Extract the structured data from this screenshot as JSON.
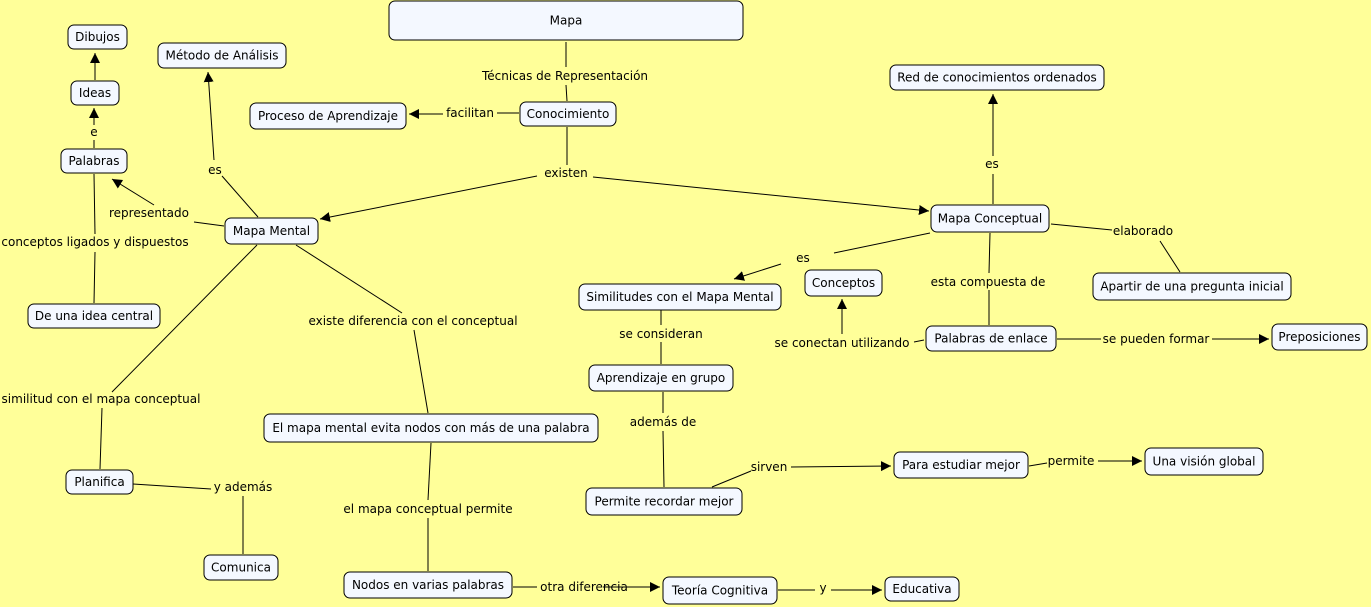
{
  "diagram": {
    "colors": {
      "background": "#ffff99",
      "node_fill": "#f4f8ff",
      "node_stroke": "#000000",
      "line": "#000000"
    },
    "concepts": [
      {
        "id": "mapa",
        "label": "Mapa"
      },
      {
        "id": "conocimiento",
        "label": "Conocimiento"
      },
      {
        "id": "proceso",
        "label": "Proceso de Aprendizaje"
      },
      {
        "id": "metodo",
        "label": "Método de Análisis"
      },
      {
        "id": "dibujos",
        "label": "Dibujos"
      },
      {
        "id": "ideas",
        "label": "Ideas"
      },
      {
        "id": "palabras",
        "label": "Palabras"
      },
      {
        "id": "mapa-mental",
        "label": "Mapa Mental"
      },
      {
        "id": "idea-central",
        "label": "De una idea central"
      },
      {
        "id": "planifica",
        "label": "Planifica"
      },
      {
        "id": "comunica",
        "label": "Comunica"
      },
      {
        "id": "evita-nodos",
        "label": "El mapa mental evita nodos con más de una palabra"
      },
      {
        "id": "nodos-varias",
        "label": "Nodos en varias palabras"
      },
      {
        "id": "teoria",
        "label": "Teoría Cognitiva"
      },
      {
        "id": "educativa",
        "label": "Educativa"
      },
      {
        "id": "similitudes",
        "label": "Similitudes con el Mapa Mental"
      },
      {
        "id": "aprendizaje-grupo",
        "label": "Aprendizaje en grupo"
      },
      {
        "id": "recordar",
        "label": "Permite recordar mejor"
      },
      {
        "id": "estudiar",
        "label": "Para estudiar mejor"
      },
      {
        "id": "vision",
        "label": "Una visión global"
      },
      {
        "id": "red",
        "label": "Red de conocimientos ordenados"
      },
      {
        "id": "mapa-conceptual",
        "label": "Mapa Conceptual"
      },
      {
        "id": "conceptos",
        "label": "Conceptos"
      },
      {
        "id": "palabras-enlace",
        "label": "Palabras de enlace"
      },
      {
        "id": "pregunta",
        "label": "Apartir de una pregunta inicial"
      },
      {
        "id": "preposiciones",
        "label": "Preposiciones"
      }
    ],
    "links": [
      {
        "id": "tecnicas",
        "label": "Técnicas de Representación"
      },
      {
        "id": "facilitan",
        "label": "facilitan"
      },
      {
        "id": "existen",
        "label": "existen"
      },
      {
        "id": "es-metodo",
        "label": "es"
      },
      {
        "id": "representado",
        "label": "representado"
      },
      {
        "id": "e",
        "label": "e"
      },
      {
        "id": "conceptos-ligados",
        "label": "conceptos ligados y dispuestos"
      },
      {
        "id": "similitud",
        "label": "similitud con el mapa conceptual"
      },
      {
        "id": "y-ademas",
        "label": "y además"
      },
      {
        "id": "existe-diferencia",
        "label": "existe  diferencia con el conceptual"
      },
      {
        "id": "conceptual-permite",
        "label": "el  mapa conceptual permite"
      },
      {
        "id": "otra-diferencia",
        "label": "otra diferencia"
      },
      {
        "id": "y",
        "label": "y"
      },
      {
        "id": "es-similitudes",
        "label": "es"
      },
      {
        "id": "se-consideran",
        "label": "se consideran"
      },
      {
        "id": "ademas-de",
        "label": "además de"
      },
      {
        "id": "sirven",
        "label": "sirven"
      },
      {
        "id": "permite",
        "label": "permite"
      },
      {
        "id": "es-red",
        "label": "es"
      },
      {
        "id": "elaborado",
        "label": "elaborado"
      },
      {
        "id": "esta-compuesta",
        "label": "esta compuesta de"
      },
      {
        "id": "se-conectan",
        "label": "se conectan utilizando"
      },
      {
        "id": "se-pueden-formar",
        "label": "se pueden formar"
      }
    ]
  }
}
